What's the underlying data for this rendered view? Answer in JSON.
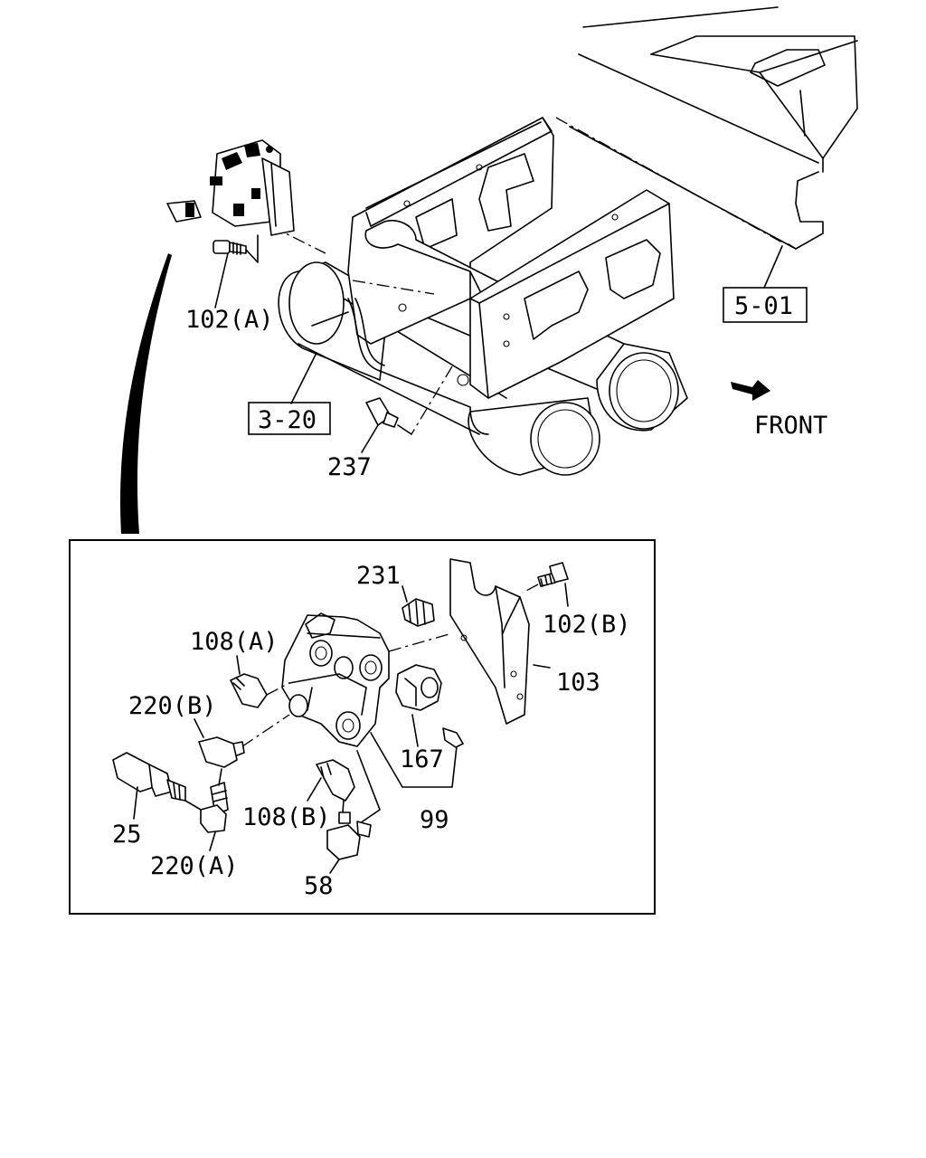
{
  "callouts": {
    "ref_5_01": "5-01",
    "ref_3_20": "3-20",
    "front": "FRONT",
    "p102a": "102(A)",
    "p237": "237",
    "p231": "231",
    "p102b": "102(B)",
    "p108a": "108(A)",
    "p103": "103",
    "p220b": "220(B)",
    "p167": "167",
    "p25": "25",
    "p108b": "108(B)",
    "p99": "99",
    "p220a": "220(A)",
    "p58": "58"
  },
  "icons": {
    "front_arrow": "front-arrow-icon"
  }
}
